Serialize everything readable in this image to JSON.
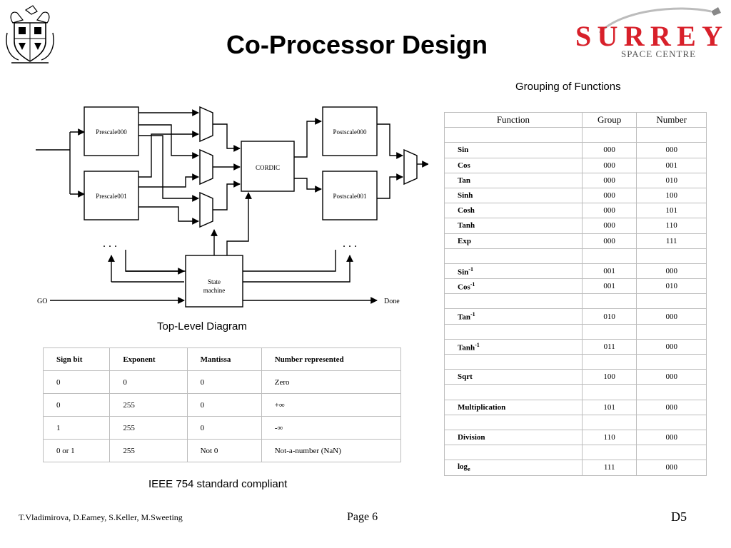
{
  "slide": {
    "title": "Co-Processor Design",
    "logo_text": "SURREY",
    "logo_subtext": "SPACE CENTRE",
    "captions": {
      "grouping": "Grouping of Functions",
      "top_level": "Top-Level Diagram",
      "ieee": "IEEE 754 standard compliant"
    }
  },
  "diagram": {
    "blocks": {
      "prescale0": "Prescale000",
      "prescale1": "Prescale001",
      "cordic": "CORDIC",
      "postscale0": "Postscale000",
      "postscale1": "Postscale001",
      "state_line1": "State",
      "state_line2": "machine"
    },
    "go_label": "GO",
    "done_label": "Done",
    "ellipsis_left": ". . .",
    "ellipsis_right": ". . ."
  },
  "function_table": {
    "headers": [
      "Function",
      "Group",
      "Number"
    ],
    "rows": [
      {
        "fn": "",
        "sup": "",
        "sub": "",
        "group": "",
        "number": ""
      },
      {
        "fn": "Sin",
        "sup": "",
        "sub": "",
        "group": "000",
        "number": "000"
      },
      {
        "fn": "Cos",
        "sup": "",
        "sub": "",
        "group": "000",
        "number": "001"
      },
      {
        "fn": "Tan",
        "sup": "",
        "sub": "",
        "group": "000",
        "number": "010"
      },
      {
        "fn": "Sinh",
        "sup": "",
        "sub": "",
        "group": "000",
        "number": "100"
      },
      {
        "fn": "Cosh",
        "sup": "",
        "sub": "",
        "group": "000",
        "number": "101"
      },
      {
        "fn": "Tanh",
        "sup": "",
        "sub": "",
        "group": "000",
        "number": "110"
      },
      {
        "fn": "Exp",
        "sup": "",
        "sub": "",
        "group": "000",
        "number": "111"
      },
      {
        "fn": "",
        "sup": "",
        "sub": "",
        "group": "",
        "number": ""
      },
      {
        "fn": "Sin",
        "sup": "-1",
        "sub": "",
        "group": "001",
        "number": "000"
      },
      {
        "fn": "Cos",
        "sup": "-1",
        "sub": "",
        "group": "001",
        "number": "010"
      },
      {
        "fn": "",
        "sup": "",
        "sub": "",
        "group": "",
        "number": ""
      },
      {
        "fn": "Tan",
        "sup": "-1",
        "sub": "",
        "group": "010",
        "number": "000"
      },
      {
        "fn": "",
        "sup": "",
        "sub": "",
        "group": "",
        "number": ""
      },
      {
        "fn": "Tanh",
        "sup": "-1",
        "sub": "",
        "group": "011",
        "number": "000"
      },
      {
        "fn": "",
        "sup": "",
        "sub": "",
        "group": "",
        "number": ""
      },
      {
        "fn": "Sqrt",
        "sup": "",
        "sub": "",
        "group": "100",
        "number": "000"
      },
      {
        "fn": "",
        "sup": "",
        "sub": "",
        "group": "",
        "number": ""
      },
      {
        "fn": "Multiplication",
        "sup": "",
        "sub": "",
        "group": "101",
        "number": "000"
      },
      {
        "fn": "",
        "sup": "",
        "sub": "",
        "group": "",
        "number": ""
      },
      {
        "fn": "Division",
        "sup": "",
        "sub": "",
        "group": "110",
        "number": "000"
      },
      {
        "fn": "",
        "sup": "",
        "sub": "",
        "group": "",
        "number": ""
      },
      {
        "fn": "log",
        "sup": "",
        "sub": "e",
        "group": "111",
        "number": "000"
      }
    ]
  },
  "ieee_table": {
    "headers": [
      "Sign bit",
      "Exponent",
      "Mantissa",
      "Number represented"
    ],
    "rows": [
      [
        "0",
        "0",
        "0",
        "Zero"
      ],
      [
        "0",
        "255",
        "0",
        "+∞"
      ],
      [
        "1",
        "255",
        "0",
        "-∞"
      ],
      [
        "0 or 1",
        "255",
        "Not 0",
        "Not-a-number (NaN)"
      ]
    ]
  },
  "footer": {
    "authors": "T.Vladimirova, D.Eamey, S.Keller, M.Sweeting",
    "page": "Page 6",
    "code": "D5"
  },
  "colors": {
    "logo_red": "#d8202a",
    "logo_grey": "#555555",
    "border_grey": "#bdbdbd"
  }
}
